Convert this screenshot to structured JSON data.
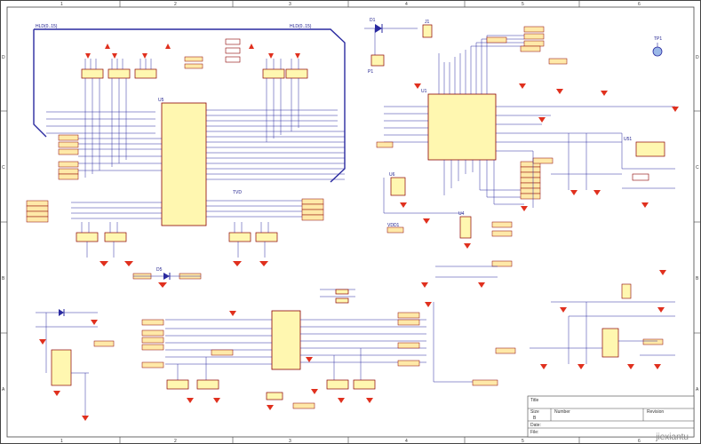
{
  "frame": {
    "cols": [
      "1",
      "2",
      "3",
      "4",
      "5",
      "6"
    ],
    "rows": [
      "D",
      "C",
      "B",
      "A"
    ]
  },
  "title_block": {
    "title_label": "Title",
    "size_label": "Size",
    "size_value": "B",
    "number_label": "Number",
    "revision_label": "Revision",
    "date_label": "Date:",
    "file_label": "File:"
  },
  "bus": {
    "top_label": "HLD(0..15)"
  },
  "parts": {
    "u5": "U5",
    "u1": "U1",
    "u6": "U6",
    "u4": "U4",
    "u51": "U51",
    "d1": "D1",
    "d5": "D5",
    "tp1": "TP1",
    "p1": "P1",
    "j1": "J1"
  },
  "nets": {
    "vdd": "VDD1",
    "tvd": "TVD"
  },
  "watermark": "jiexiantu"
}
